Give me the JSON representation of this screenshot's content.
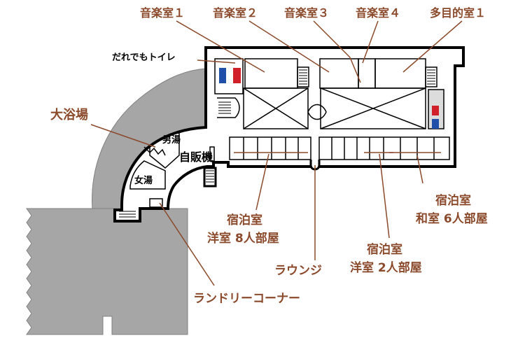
{
  "labels": {
    "music_room_1": "音楽室１",
    "music_room_2": "音楽室２",
    "music_room_3": "音楽室３",
    "music_room_4": "音楽室４",
    "multipurpose_room_1": "多目的室１",
    "accessible_toilet": "だれでもトイレ",
    "large_bath": "大浴場",
    "mens_bath": "男湯",
    "womens_bath": "女湯",
    "vending_machine": "自販機",
    "lodging_western_8_line1": "宿泊室",
    "lodging_western_8_line2": "洋室 8人部屋",
    "lounge": "ラウンジ",
    "lodging_western_2_line1": "宿泊室",
    "lodging_western_2_line2": "洋室 2人部屋",
    "lodging_japanese_6_line1": "宿泊室",
    "lodging_japanese_6_line2": "和室 6人部屋",
    "laundry_corner": "ランドリーコーナー"
  },
  "colors": {
    "label": "#8b4a2b",
    "leader_line": "#8b4a2b",
    "building_fill": "#a6a6a6",
    "wall": "#000000",
    "floor": "#ffffff",
    "toilet_male": "#1f4fa8",
    "toilet_female": "#d0202a"
  }
}
